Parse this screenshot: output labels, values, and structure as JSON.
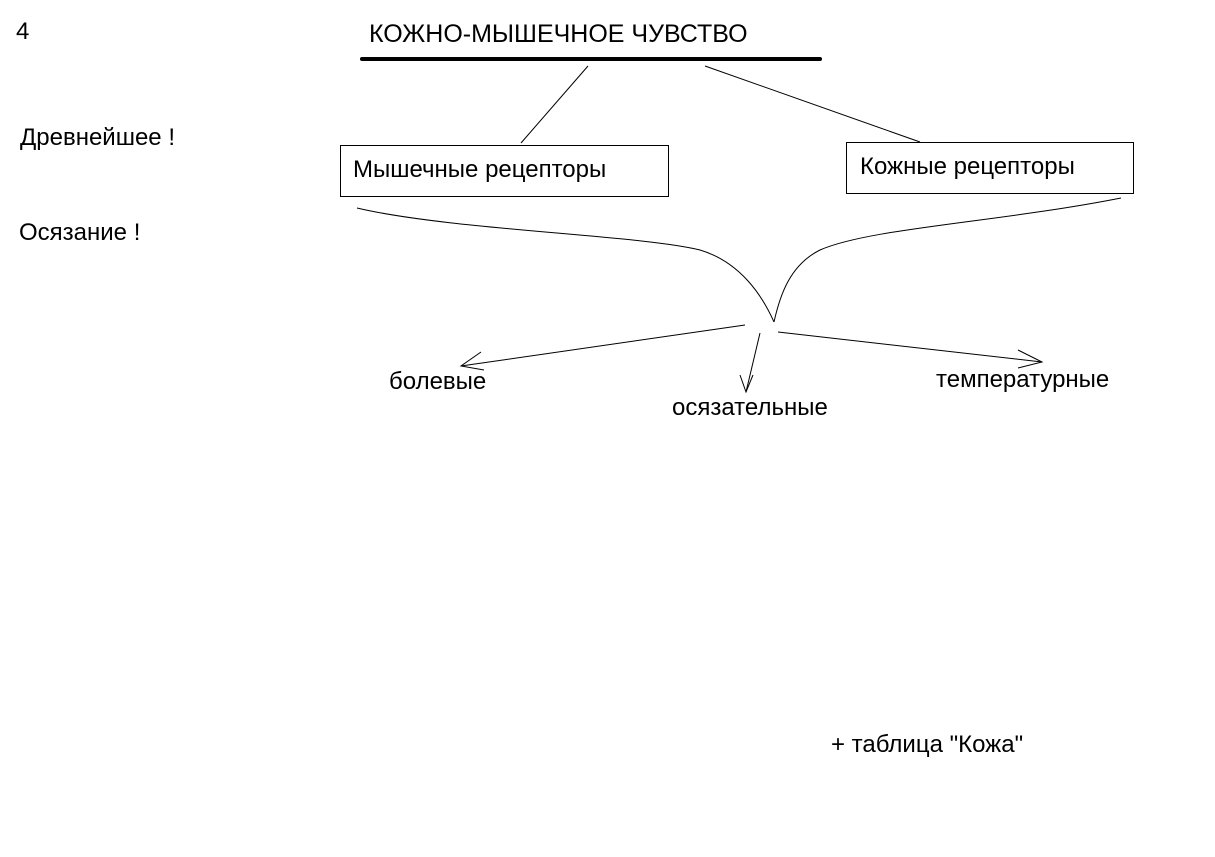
{
  "slide_number": "4",
  "title": "КОЖНО-МЫШЕЧНОЕ ЧУВСТВО",
  "notes": {
    "ancient": "Древнейшее !",
    "touch": "Осязание !"
  },
  "receptors": {
    "muscle": "Мышечные рецепторы",
    "skin": "Кожные рецепторы"
  },
  "types": {
    "pain": "болевые",
    "tactile": "осязательные",
    "temperature": "температурные"
  },
  "footnote": "+ таблица \"Кожа\"",
  "colors": {
    "background": "#ffffff",
    "ink": "#000000"
  }
}
